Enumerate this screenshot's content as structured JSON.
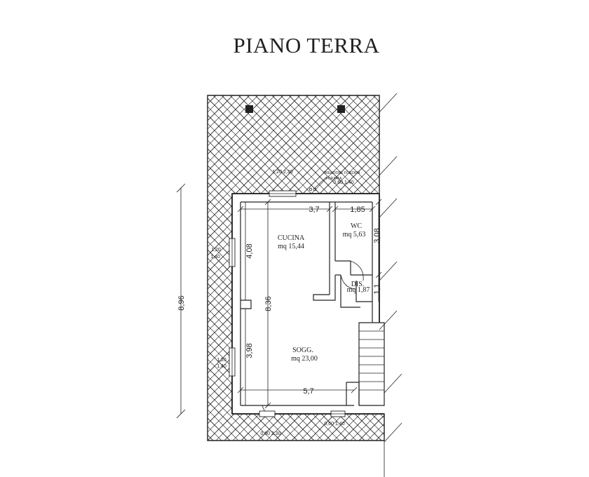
{
  "title": "PIANO TERRA",
  "rooms": {
    "cucina": {
      "name": "CUCINA",
      "area": "mq 15,44"
    },
    "wc": {
      "name": "WC",
      "area": "mq 5,63"
    },
    "dis": {
      "name": "DIS.",
      "area": "mq 1,87"
    },
    "sogg": {
      "name": "SOGG.",
      "area": "mq 23,00"
    }
  },
  "dimensions": {
    "overall_height": "8,96",
    "inner_height": "8,36",
    "kitchen_height": "4,08",
    "living_height": "3,98",
    "kitchen_width": "3,7",
    "wc_width": "1,85",
    "wc_height": "3,08",
    "dis_height": "1,1",
    "living_width": "5,7"
  },
  "openings": {
    "top_window": "1,20 2,30",
    "aeration": "AREAZIONE FORZATA",
    "aeration_sub": "0,60 1,40",
    "aeration_mini": "FORZATA",
    "left_window_top_a": "1,20",
    "left_window_top_b": "1,40",
    "left_window_bottom_a": "1,20",
    "left_window_bottom_b": "1,40",
    "bottom_door": "0,80 2,30",
    "bottom_window": "0,60 1,40"
  }
}
